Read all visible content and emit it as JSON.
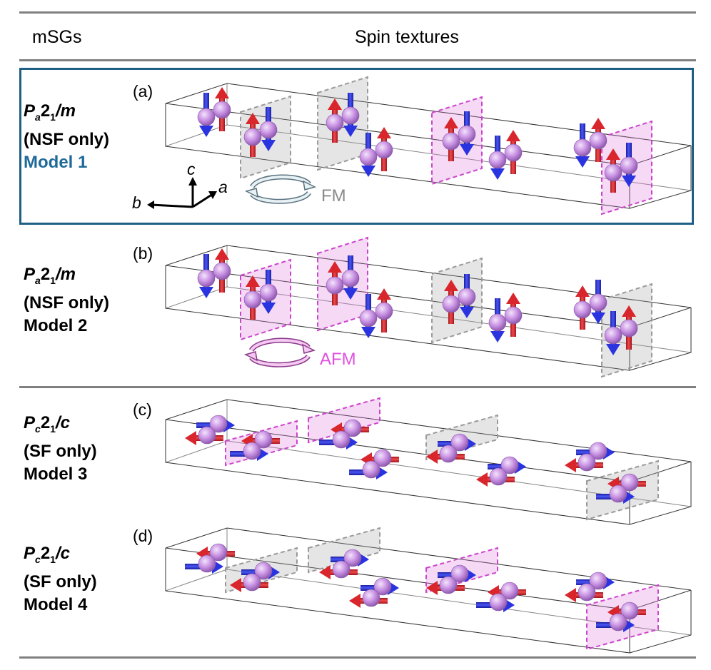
{
  "header": {
    "col1": "mSGs",
    "col2": "Spin textures"
  },
  "panels": [
    {
      "tag": "(a)",
      "name_main": "P",
      "name_sub": "a",
      "name_num": "2",
      "name_num_sub": "1",
      "name_tail": "/m",
      "line2": "(NSF only)",
      "line3": "Model 1"
    },
    {
      "tag": "(b)",
      "name_main": "P",
      "name_sub": "a",
      "name_num": "2",
      "name_num_sub": "1",
      "name_tail": "/m",
      "line2": "(NSF only)",
      "line3": "Model 2"
    },
    {
      "tag": "(c)",
      "name_main": "P",
      "name_sub": "c",
      "name_num": "2",
      "name_num_sub": "1",
      "name_tail": "/c",
      "line2": "(SF only)",
      "line3": "Model 3"
    },
    {
      "tag": "(d)",
      "name_main": "P",
      "name_sub": "c",
      "name_num": "2",
      "name_num_sub": "1",
      "name_tail": "/c",
      "line2": "(SF only)",
      "line3": "Model 4"
    }
  ],
  "axes": {
    "a": "a",
    "b": "b",
    "c": "c"
  },
  "ops": {
    "fm": "FM",
    "afm": "AFM"
  },
  "colors": {
    "spin_up": "#d9262c",
    "spin_down": "#2a33e0",
    "atom": "#c48ee0",
    "plane_fm": "#9a9a9a",
    "plane_afm": "#cc44cc",
    "highlight_box": "#1f5f86",
    "model1_text": "#1f6a99",
    "afm_text": "#e050e0",
    "fm_text": "#8a8a8a"
  }
}
